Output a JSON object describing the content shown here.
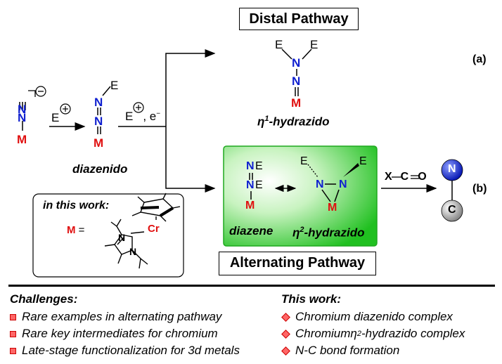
{
  "titles": {
    "distal": "Distal Pathway",
    "alternating": "Alternating Pathway"
  },
  "tags": {
    "a": "(a)",
    "b": "(b)"
  },
  "reagents": {
    "step1_electrophile": "E",
    "step2": "E",
    "step2_suffix": ", e",
    "minus_sign": "⊖",
    "plus_sign": "⊕",
    "xco": "X",
    "xco_c": "C",
    "xco_o": "O"
  },
  "atoms": {
    "N": "N",
    "M": "M",
    "E": "E",
    "C": "C",
    "Cr": "Cr"
  },
  "labels": {
    "diazenido": "diazenido",
    "eta1_prefix": "η",
    "eta1_sup": "1",
    "eta1_suffix": "-hydrazido",
    "diazene": "diazene",
    "eta2_prefix": "η",
    "eta2_sup": "2",
    "eta2_suffix": "-hydrazido",
    "in_this_work": "in this work:",
    "m_equals_m": "M",
    "m_equals": "="
  },
  "challenges": {
    "title": "Challenges:",
    "items": [
      "Rare examples in alternating pathway",
      "Rare key intermediates for chromium",
      "Late-stage functionalization for 3d metals"
    ]
  },
  "this_work": {
    "title": "This work:",
    "items": [
      {
        "text": "Chromium diazenido complex",
        "sup": ""
      },
      {
        "pre": "Chromium ",
        "eta": "η",
        "sup": "2",
        "post": "-hydrazido complex"
      },
      {
        "text": "N-C bond formation",
        "sup": ""
      }
    ]
  },
  "colors": {
    "nitrogen": "#1020d0",
    "metal": "#e01010",
    "green": "#22c022",
    "bullet": "#e03030"
  }
}
